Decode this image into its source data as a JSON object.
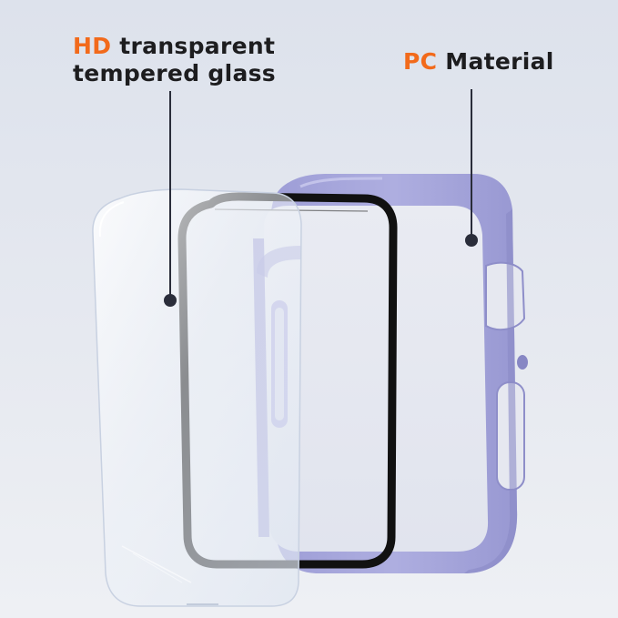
{
  "labels": {
    "glass": {
      "accent": "HD",
      "line1_rest": " transparent",
      "line2": "tempered glass"
    },
    "pc": {
      "accent": "PC",
      "rest": " Material"
    }
  },
  "colors": {
    "accent": "#f26a1b",
    "text": "#1d1d1f",
    "case": "#a7a7dc",
    "case_shadow": "#8e8ec9",
    "frame": "#111111",
    "glass_edge": "#c9d3e3"
  },
  "components": [
    {
      "name": "tempered-glass-panel"
    },
    {
      "name": "black-bezel-frame"
    },
    {
      "name": "pc-protective-case"
    }
  ]
}
